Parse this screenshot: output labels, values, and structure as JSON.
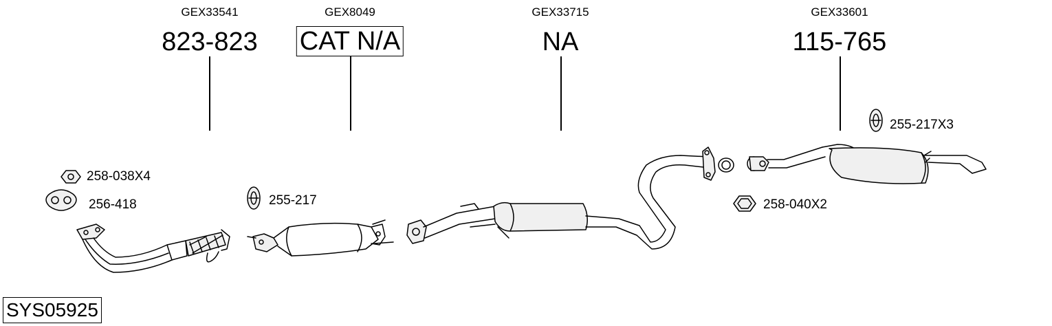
{
  "header": {
    "oe_numbers": [
      "GEX33541",
      "GEX8049",
      "GEX33715",
      "GEX33601"
    ],
    "part_numbers": [
      "823-823",
      "CAT N/A",
      "NA",
      "115-765"
    ]
  },
  "accessories": {
    "nut_front": "258-038X4",
    "gasket_front": "256-418",
    "hanger_cat": "255-217",
    "hanger_rear": "255-217X3",
    "nut_rear": "258-040X2"
  },
  "system_code": "SYS05925",
  "colors": {
    "line": "#000000",
    "background": "#ffffff",
    "fill_light": "#f0f0f0"
  }
}
